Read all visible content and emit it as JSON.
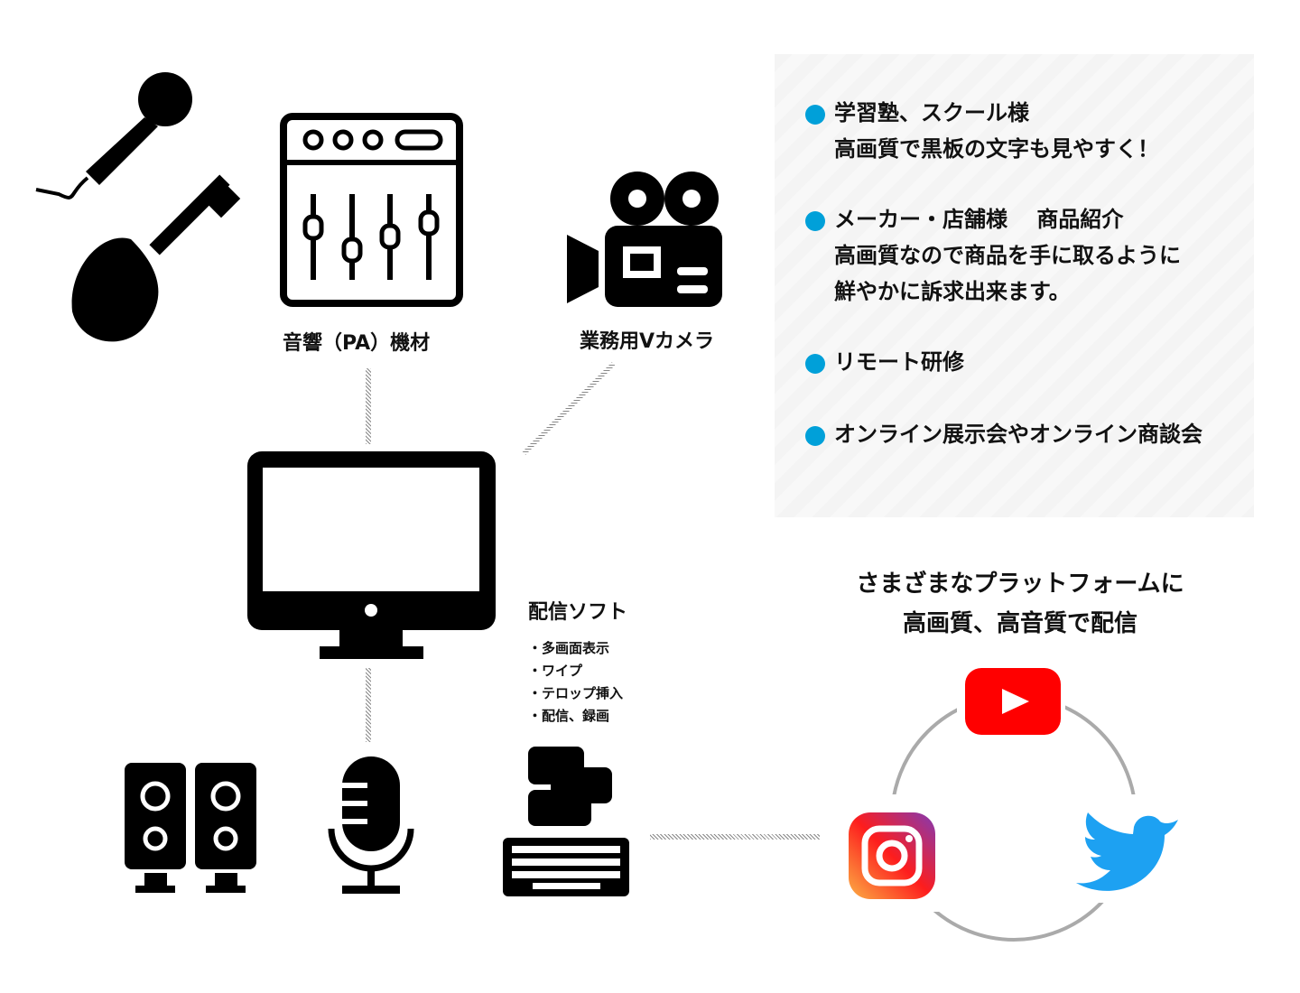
{
  "labels": {
    "pa": "音響（PA）機材",
    "camera": "業務用Vカメラ"
  },
  "software": {
    "title": "配信ソフト",
    "items": [
      "・多画面表示",
      "・ワイプ",
      "・テロップ挿入",
      "・配信、録画"
    ]
  },
  "platforms": {
    "line1": "さまざまなプラットフォームに",
    "line2": "高画質、高音質で配信"
  },
  "use_cases": [
    {
      "lines": [
        "学習塾、スクール様",
        "高画質で黒板の文字も見やすく！"
      ]
    },
    {
      "lines": [
        "メーカー・店舗様　 商品紹介",
        "高画質なので商品を手に取るように",
        "鮮やかに訴求出来ます。"
      ]
    },
    {
      "lines": [
        "リモート研修"
      ]
    },
    {
      "lines": [
        "オンライン展示会やオンライン商談会"
      ]
    }
  ],
  "colors": {
    "bullet": "#00a0d9",
    "youtube": "#ff0000",
    "twitter": "#1da1f2"
  }
}
